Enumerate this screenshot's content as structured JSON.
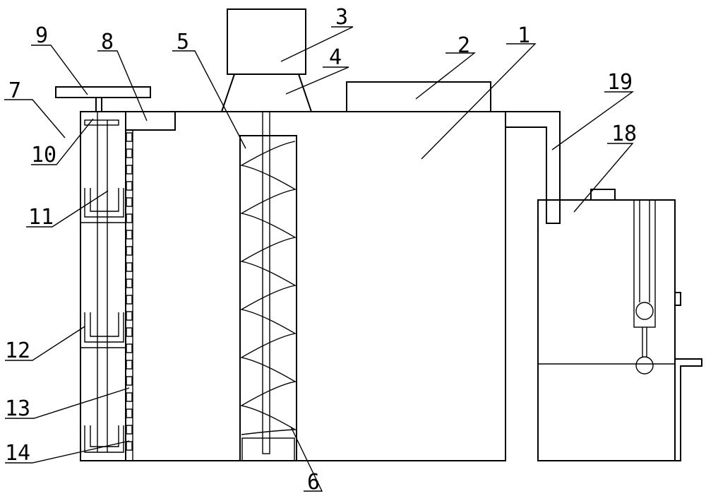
{
  "labels": {
    "l1": "1",
    "l2": "2",
    "l3": "3",
    "l4": "4",
    "l5": "5",
    "l6": "6",
    "l7": "7",
    "l8": "8",
    "l9": "9",
    "l10": "10",
    "l11": "11",
    "l12": "12",
    "l13": "13",
    "l14": "14",
    "l18": "18",
    "l19": "19"
  }
}
